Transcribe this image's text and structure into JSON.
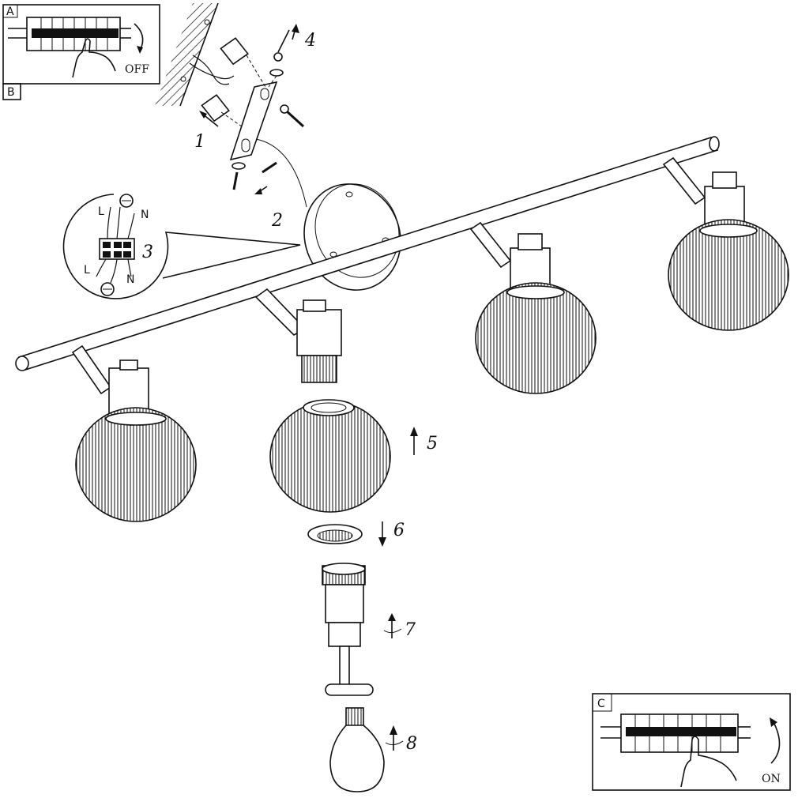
{
  "panels": {
    "a": {
      "letter": "A",
      "state": "OFF"
    },
    "b": {
      "letter": "B"
    },
    "c": {
      "letter": "C",
      "state": "ON"
    }
  },
  "wiring_labels": {
    "live_top": "L",
    "neutral_top": "N",
    "live_bottom": "L",
    "neutral_bottom": "N"
  },
  "steps": [
    "1",
    "2",
    "3",
    "4",
    "5",
    "6",
    "7",
    "8"
  ]
}
